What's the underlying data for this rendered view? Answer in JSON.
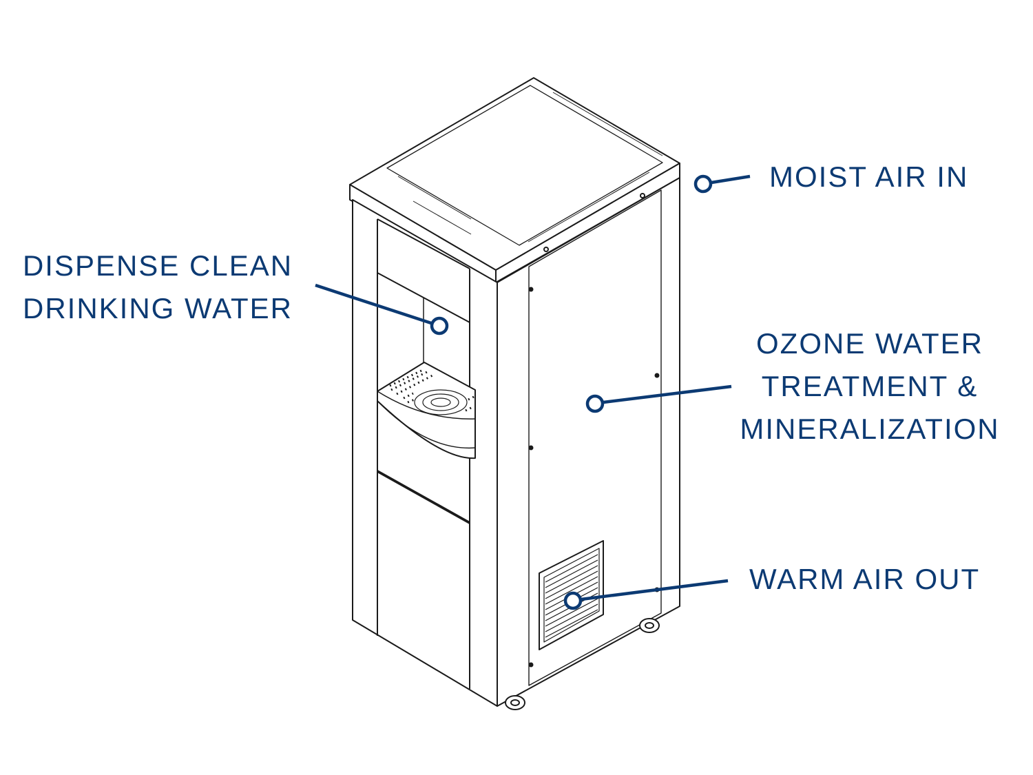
{
  "colors": {
    "callout": "#0c3a73",
    "outline": "#1a1a1a",
    "background": "#ffffff"
  },
  "callouts": {
    "moist_air_in": {
      "text": "MOIST AIR IN"
    },
    "dispense": {
      "lines": [
        "DISPENSE CLEAN",
        "DRINKING WATER"
      ]
    },
    "ozone": {
      "lines": [
        "OZONE WATER",
        "TREATMENT &",
        "MINERALIZATION"
      ]
    },
    "warm_air_out": {
      "text": "WARM AIR OUT"
    }
  }
}
